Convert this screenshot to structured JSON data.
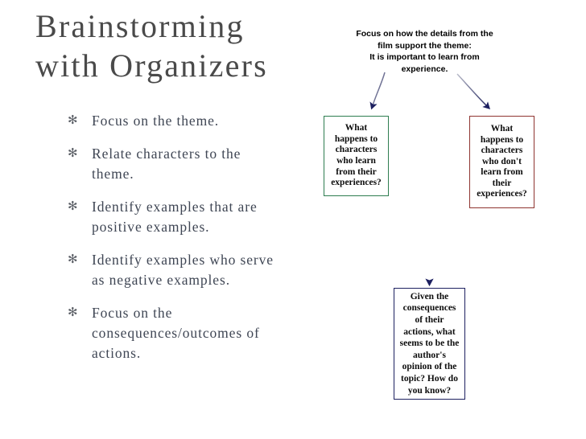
{
  "slide": {
    "title": "Brainstorming\nwith Organizers",
    "background_color": "#ffffff",
    "title_color": "#4a4a4a"
  },
  "bullets": {
    "marker_glyph": "✻",
    "marker_color": "#5b5f66",
    "text_color": "#3f4654",
    "items": [
      "Focus on the theme.",
      "Relate characters to the theme.",
      "Identify examples that are positive examples.",
      "Identify examples who serve as negative examples.",
      "Focus on the consequences/outcomes of actions."
    ]
  },
  "diagram": {
    "caption": "Focus on how the details from the\nfilm support the theme:\nIt is important to learn from\nexperience.",
    "boxes": [
      {
        "id": "learn",
        "text": "What\nhappens to\ncharacters\nwho learn\nfrom their\nexperiences?",
        "border_color": "#2e7d50"
      },
      {
        "id": "dontlearn",
        "text": "What\nhappens to\ncharacters\nwho don't\nlearn from\ntheir\nexperiences?",
        "border_color": "#8f3430"
      },
      {
        "id": "author",
        "text": "Given the\nconsequences\nof their\nactions, what\nseems to be the\nauthor's\nopinion of the\ntopic? How do\nyou know?",
        "border_color": "#1d2060"
      }
    ],
    "arrows": [
      {
        "id": "arrow-to-learn",
        "from": "caption",
        "to": "learn",
        "color": "#1d2060"
      },
      {
        "id": "arrow-to-dontlearn",
        "from": "caption",
        "to": "dontlearn",
        "color": "#1d2060"
      },
      {
        "id": "arrow-to-author",
        "from": "caption",
        "to": "author",
        "color": "#1d2060"
      }
    ]
  }
}
